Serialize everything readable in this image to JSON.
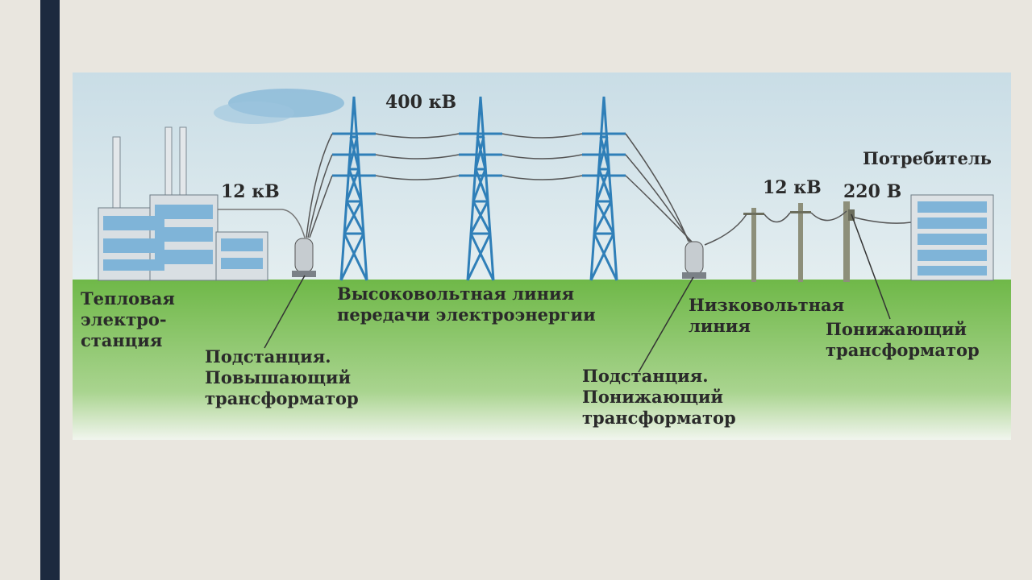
{
  "slide": {
    "accent_color": "#1c2a3f",
    "background_color": "#e9e6df"
  },
  "diagram": {
    "voltages": {
      "plant_output": "12 кВ",
      "transmission": "400 кВ",
      "distribution": "12 кВ",
      "consumer": "220 В"
    },
    "labels": {
      "power_plant": [
        "Тепловая",
        "электро-",
        "станция"
      ],
      "step_up_substation": [
        "Подстанция.",
        "Повышающий",
        "трансформатор"
      ],
      "high_voltage_line": [
        "Высоковольтная линия",
        "передачи электроэнергии"
      ],
      "step_down_substation": [
        "Подстанция.",
        "Понижающий",
        "трансформатор"
      ],
      "low_voltage_line": [
        "Низковольтная",
        "линия"
      ],
      "step_down_transformer": [
        "Понижающий",
        "трансформатор"
      ],
      "consumer": "Потребитель"
    }
  }
}
